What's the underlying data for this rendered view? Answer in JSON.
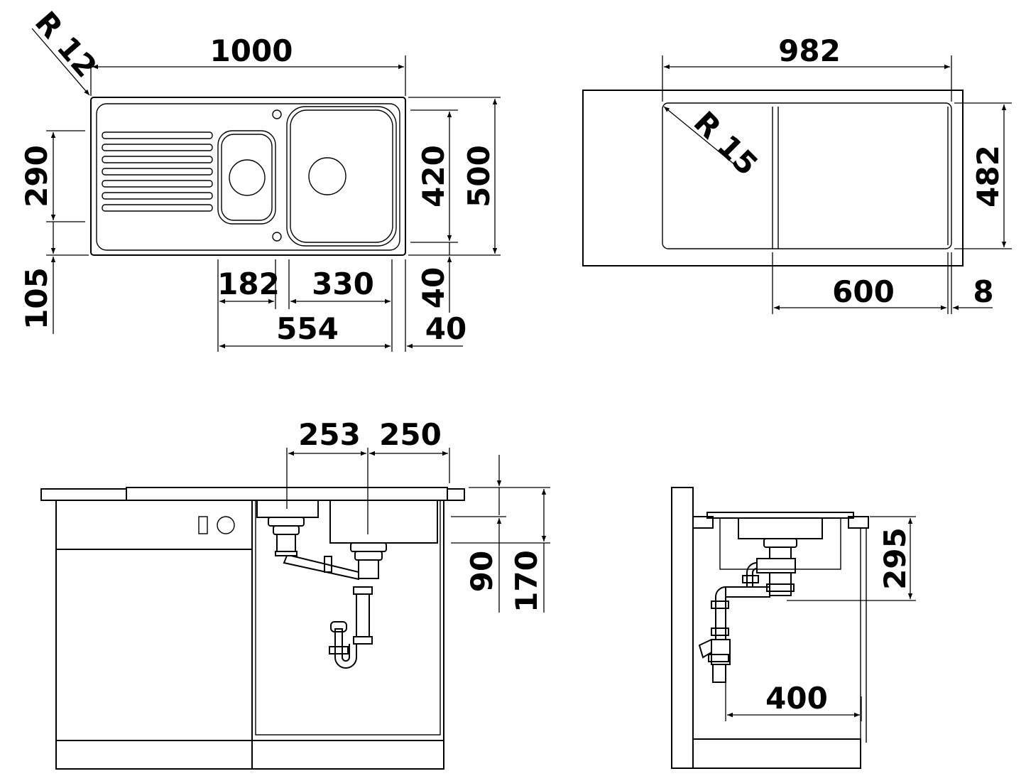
{
  "colors": {
    "line": "#000000",
    "background": "#ffffff"
  },
  "top_view": {
    "radius": "R 12",
    "width": "1000",
    "depth": "500",
    "bowl_depth": "420",
    "drainer_depth": "290",
    "front_offset": "105",
    "small_bowl_width": "182",
    "large_bowl_width": "330",
    "bowls_total_width": "554",
    "side_margin_bottom": "40",
    "side_margin_right": "40"
  },
  "cutout_view": {
    "width": "982",
    "depth": "482",
    "radius": "R 15",
    "bowl_section_width": "600",
    "edge_gap": "8"
  },
  "front_view": {
    "small_bowl_center": "253",
    "large_bowl_center": "250",
    "small_bowl_height": "90",
    "large_bowl_height": "170"
  },
  "side_view": {
    "drain_height": "295",
    "drain_offset": "400"
  }
}
